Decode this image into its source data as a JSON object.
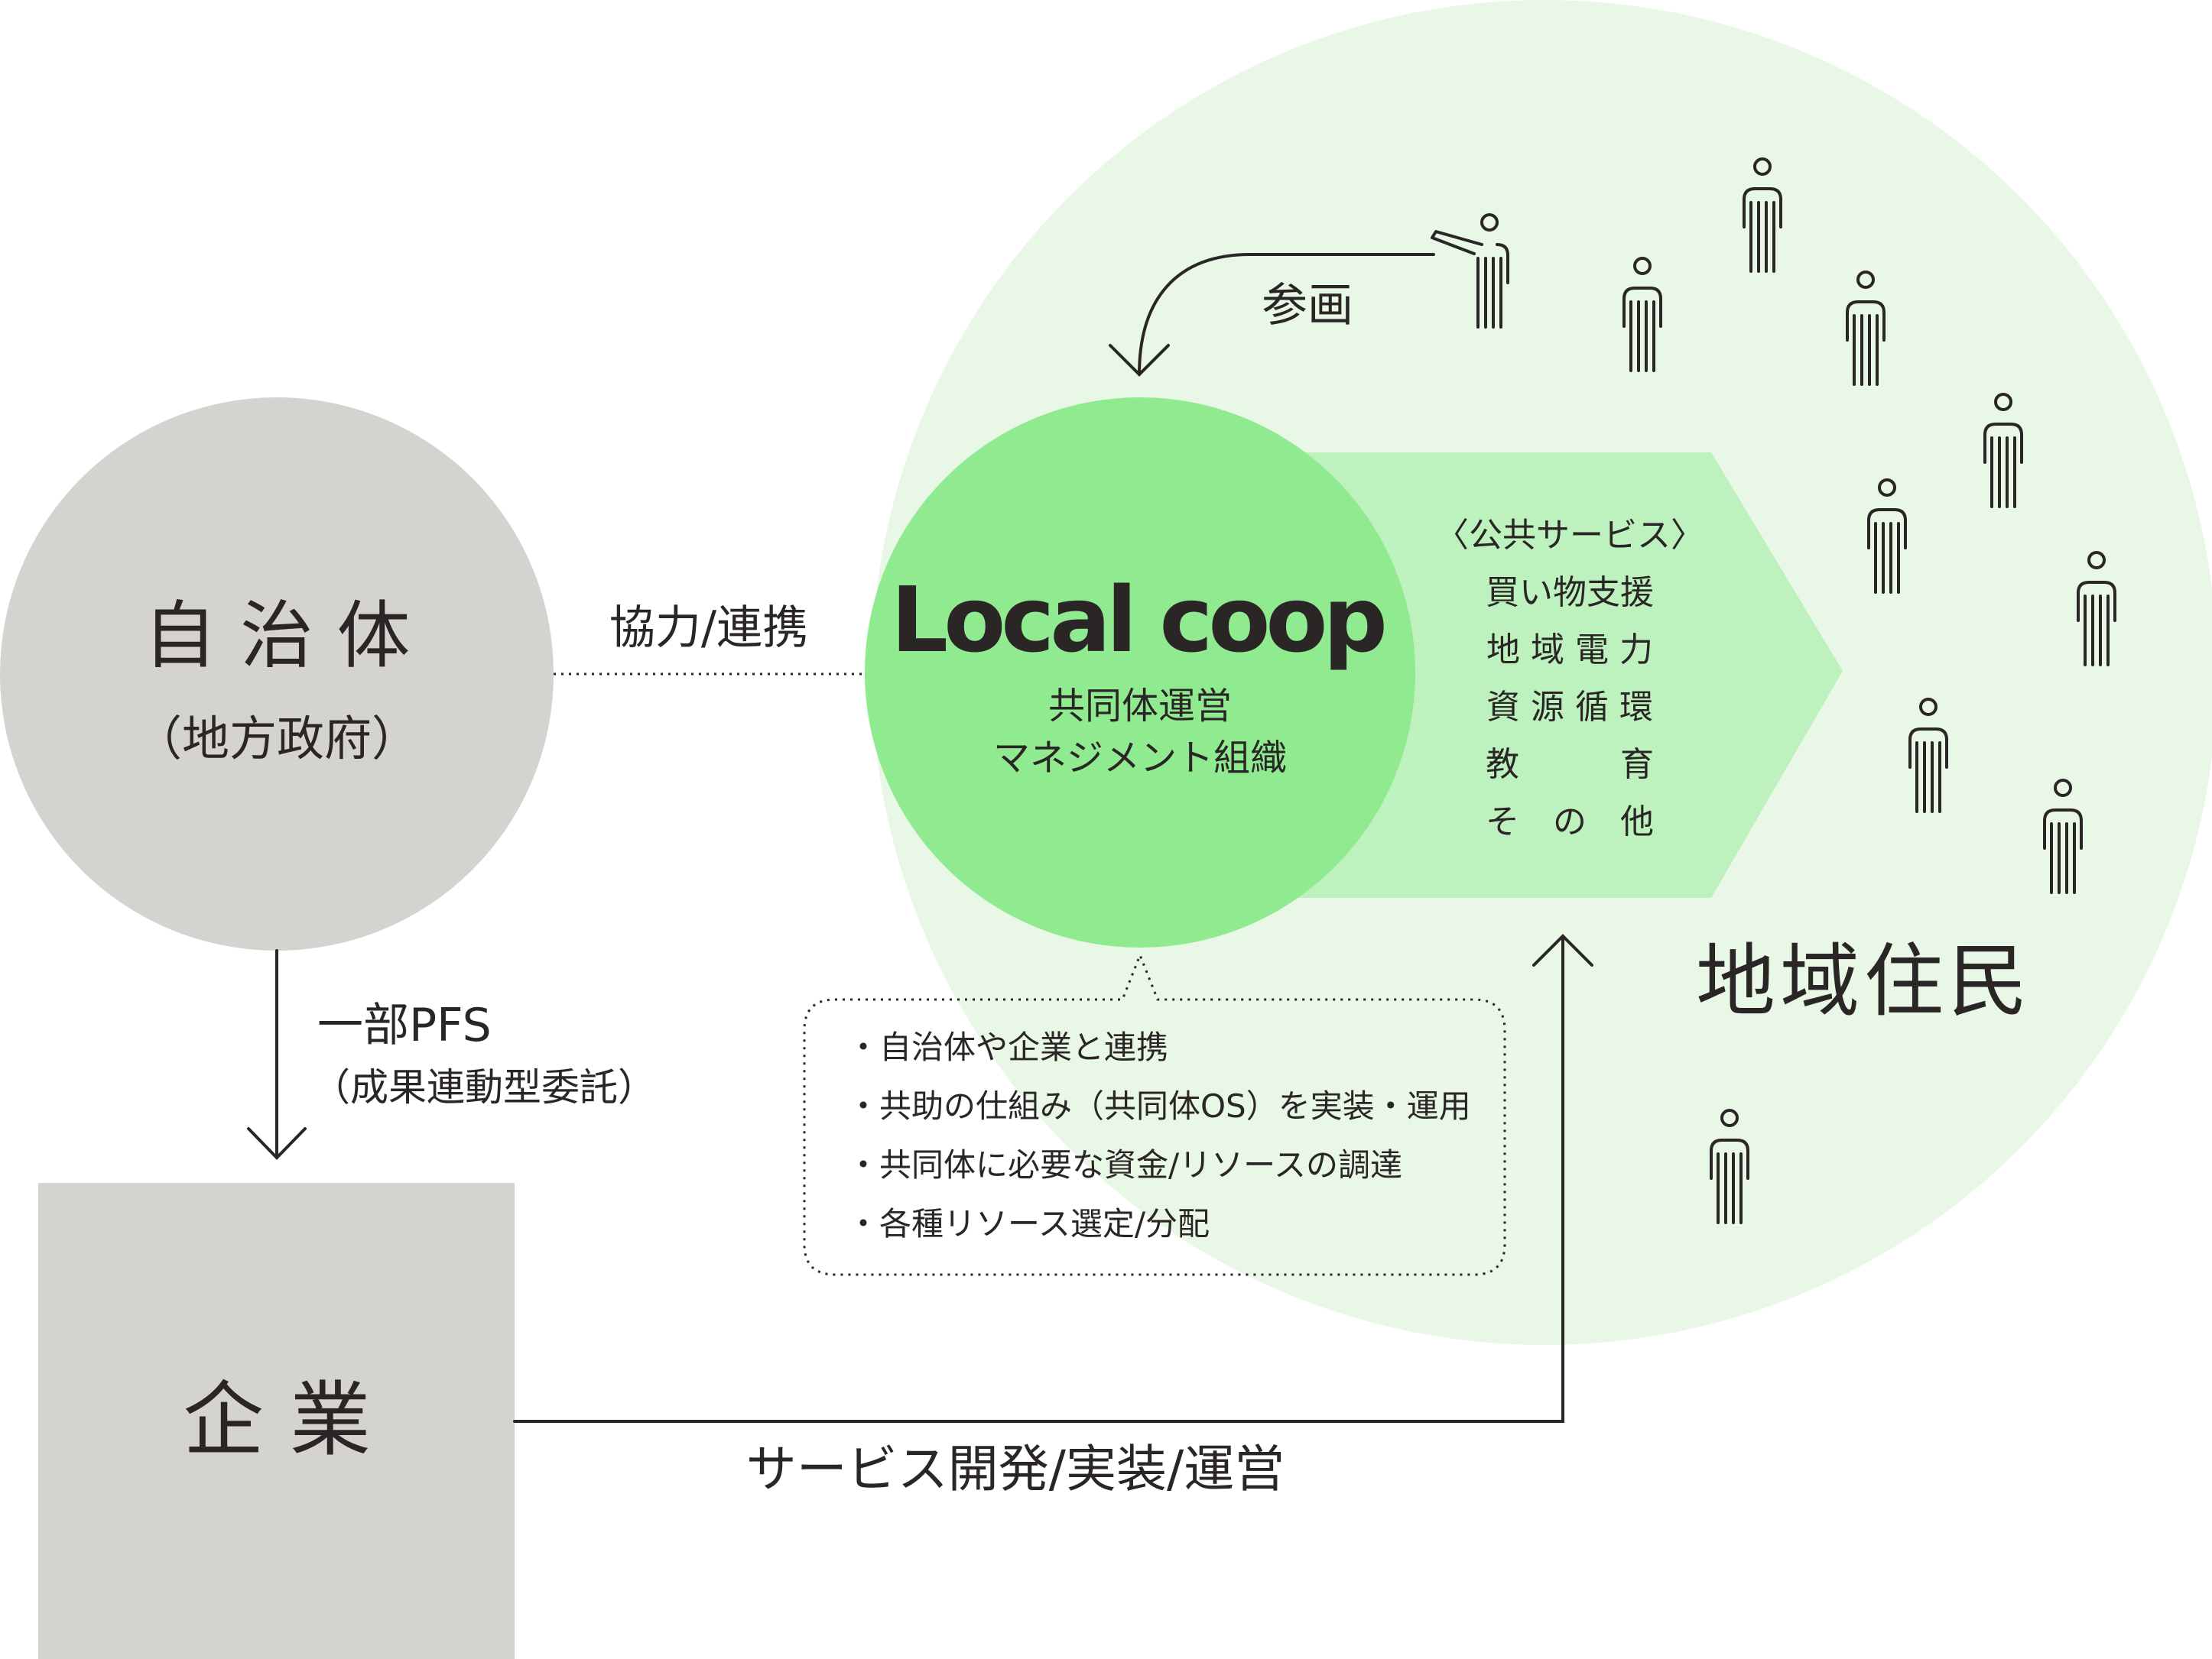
{
  "colors": {
    "region_bg": "#e8f7e6",
    "coop_circle": "#90ea90",
    "service_arrow": "#bdf1bd",
    "gray_shape": "#d5d3d0",
    "text": "#2b2626"
  },
  "government": {
    "title": "自 治 体",
    "subtitle": "（地方政府）"
  },
  "company": {
    "title": "企 業"
  },
  "cooperation_link": {
    "label": "協力/連携"
  },
  "pfs_link": {
    "line1": "一部PFS",
    "line2": "（成果連動型委託）"
  },
  "service_link": {
    "label": "サービス開発/実装/運営"
  },
  "participation_link": {
    "label": "参画"
  },
  "local_coop": {
    "logo": "Local coop",
    "line1": "共同体運営",
    "line2": "マネジメント組織"
  },
  "public_services": {
    "heading": "〈公共サービス〉",
    "items": [
      "買い物支援",
      "地 域 電 力",
      "資 源 循 環",
      "教　　　育",
      "そ　の　他"
    ]
  },
  "roles": {
    "items": [
      "・自治体や企業と連携",
      "・共助の仕組み（共同体OS）を実装・運用",
      "・共同体に必要な資金/リソースの調達",
      "・各種リソース選定/分配"
    ]
  },
  "residents": {
    "label": "地域住民",
    "icon": "person-icon"
  }
}
